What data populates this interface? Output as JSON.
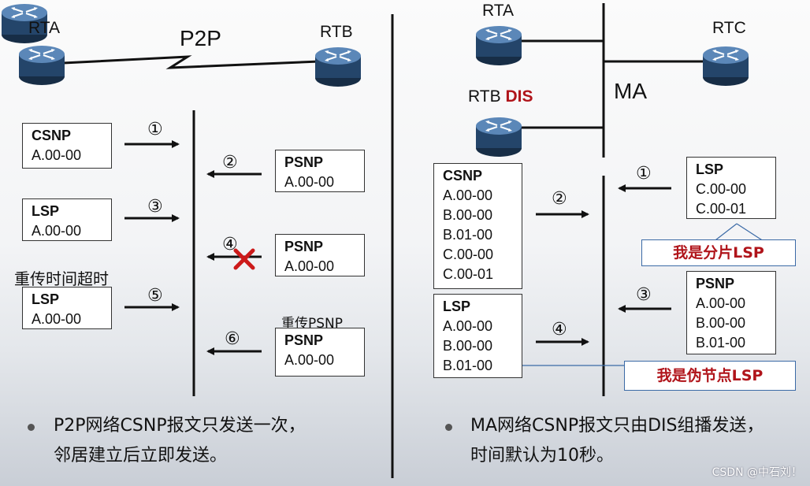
{
  "p2p": {
    "router_a": "RTA",
    "router_b": "RTB",
    "link_label": "P2P",
    "timeout_label": "重传时间超时",
    "retransmit_label": "重传PSNP",
    "boxes": [
      {
        "title": "CSNP",
        "lines": [
          "A.00-00"
        ]
      },
      {
        "title": "PSNP",
        "lines": [
          "A.00-00"
        ]
      },
      {
        "title": "LSP",
        "lines": [
          "A.00-00"
        ]
      },
      {
        "title": "PSNP",
        "lines": [
          "A.00-00"
        ]
      },
      {
        "title": "LSP",
        "lines": [
          "A.00-00"
        ]
      },
      {
        "title": "PSNP",
        "lines": [
          "A.00-00"
        ]
      }
    ],
    "steps": [
      "①",
      "②",
      "③",
      "④",
      "⑤",
      "⑥"
    ],
    "bullet": [
      "P2P网络CSNP报文只发送一次，",
      "邻居建立后立即发送。"
    ]
  },
  "ma": {
    "router_a": "RTA",
    "router_b": "RTB",
    "router_b_tag": "DIS",
    "router_c": "RTC",
    "segment_label": "MA",
    "boxes": [
      {
        "title": "CSNP",
        "lines": [
          "A.00-00",
          "B.00-00",
          "B.01-00",
          "C.00-00",
          "C.00-01"
        ]
      },
      {
        "title": "LSP",
        "lines": [
          "A.00-00",
          "B.00-00",
          "B.01-00"
        ]
      },
      {
        "title": "LSP",
        "lines": [
          "C.00-00",
          "C.00-01"
        ]
      },
      {
        "title": "PSNP",
        "lines": [
          "A.00-00",
          "B.00-00",
          "B.01-00"
        ]
      }
    ],
    "steps": [
      "①",
      "②",
      "③",
      "④"
    ],
    "callout_fragment": "我是分片LSP",
    "callout_pseudonode": "我是伪节点LSP",
    "bullet": [
      "MA网络CSNP报文只由DIS组播发送，",
      "时间默认为10秒。"
    ]
  },
  "watermark": "CSDN @中石刘！",
  "colors": {
    "accent_red": "#b0141a",
    "callout_border": "#3b6aa6",
    "router": "#2b4f74"
  }
}
